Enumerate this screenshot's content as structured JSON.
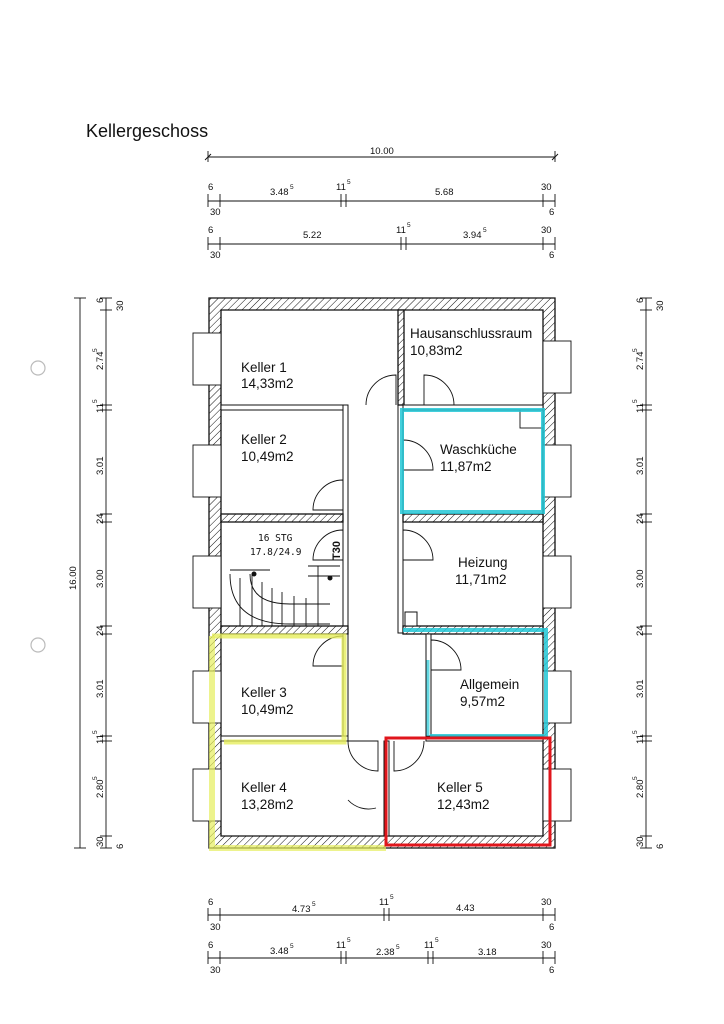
{
  "title": "Kellergeschoss",
  "rooms": {
    "keller1": {
      "name": "Keller 1",
      "area": "14,33m2"
    },
    "hausanschluss": {
      "name": "Hausanschlussraum",
      "area": "10,83m2"
    },
    "keller2": {
      "name": "Keller 2",
      "area": "10,49m2"
    },
    "waschkueche": {
      "name": "Waschküche",
      "area": "11,87m2"
    },
    "heizung": {
      "name": "Heizung",
      "area": "11,71m2"
    },
    "keller3": {
      "name": "Keller 3",
      "area": "10,49m2"
    },
    "allgemein": {
      "name": "Allgemein",
      "area": "9,57m2"
    },
    "keller4": {
      "name": "Keller 4",
      "area": "13,28m2"
    },
    "keller5": {
      "name": "Keller 5",
      "area": "12,43m2"
    }
  },
  "stair": {
    "line1": "16 STG",
    "line2": "17.8/24.9",
    "door_rating": "T30"
  },
  "dims_top": {
    "total": "10.00",
    "row1": {
      "a": "6",
      "b": "3.48",
      "b_sup": "5",
      "c": "11",
      "c_sup": "5",
      "d": "5.68",
      "e": "30",
      "f": "30",
      "g": "6"
    },
    "row2": {
      "a": "6",
      "b": "5.22",
      "c": "11",
      "c_sup": "5",
      "d": "3.94",
      "d_sup": "5",
      "e": "30",
      "f": "30",
      "g": "6"
    }
  },
  "dims_left": {
    "total": "16.00",
    "s1": "6",
    "s1b": "30",
    "s2": "2.74",
    "s2_sup": "5",
    "s3": "11",
    "s3_sup": "5",
    "s4": "3.01",
    "s5": "24",
    "s6": "3.00",
    "s7": "24",
    "s8": "3.01",
    "s9": "11",
    "s9_sup": "5",
    "s10": "2.80",
    "s10_sup": "5",
    "s11": "30",
    "s11b": "6"
  },
  "dims_right": {
    "s1": "6",
    "s1b": "30",
    "s2": "2.74",
    "s2_sup": "5",
    "s3": "11",
    "s3_sup": "5",
    "s4": "3.01",
    "s5": "24",
    "s6": "3.00",
    "s7": "24",
    "s8": "3.01",
    "s9": "11",
    "s9_sup": "5",
    "s10": "2.80",
    "s10_sup": "5",
    "s11": "30",
    "s11b": "6"
  },
  "dims_bottom": {
    "row1": {
      "a": "6",
      "b": "4.73",
      "b_sup": "5",
      "c": "11",
      "c_sup": "5",
      "d": "4.43",
      "e": "30",
      "f": "30",
      "g": "6"
    },
    "row2": {
      "a": "6",
      "b": "3.48",
      "b_sup": "5",
      "c": "11",
      "c_sup": "5",
      "d": "2.38",
      "d_sup": "5",
      "e": "11",
      "e_sup": "5",
      "f": "3.18",
      "g": "30",
      "h": "30",
      "i": "6"
    }
  },
  "highlight_colors": {
    "cyan": "#22c7d6",
    "red": "#e0161c",
    "yellow": "#eef56a"
  }
}
